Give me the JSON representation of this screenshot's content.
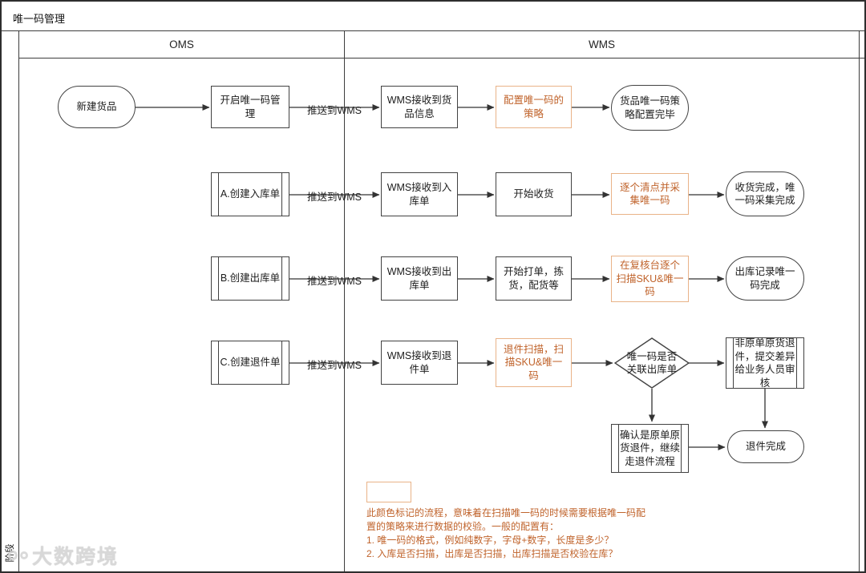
{
  "title": "唯一码管理",
  "lanes": {
    "phase": "阶段",
    "oms": "OMS",
    "wms": "WMS"
  },
  "colors": {
    "accent_border": "#E9B388",
    "accent_text": "#C0632B",
    "shape_border": "#424242"
  },
  "row1": {
    "start": "新建货品",
    "enable": "开启唯一码管理",
    "push": "推送到WMS",
    "receive": "WMS接收到货品信息",
    "configure": "配置唯一码的策略",
    "done": "货品唯一码策略配置完毕"
  },
  "row2": {
    "create": "A.创建入库单",
    "push": "推送到WMS",
    "receive": "WMS接收到入库单",
    "step": "开始收货",
    "collect": "逐个清点并采集唯一码",
    "done": "收货完成，唯一码采集完成"
  },
  "row3": {
    "create": "B.创建出库单",
    "push": "推送到WMS",
    "receive": "WMS接收到出库单",
    "step": "开始打单，拣货，配货等",
    "scan": "在复核台逐个扫描SKU&唯一码",
    "done": "出库记录唯一码完成"
  },
  "row4": {
    "create": "C.创建退件单",
    "push": "推送到WMS",
    "receive": "WMS接收到退件单",
    "scan": "退件扫描，扫描SKU&唯一码",
    "decision": "唯一码是否关联出库单",
    "mismatch": "非原单原货退件，提交差异给业务人员审核",
    "confirm": "确认是原单原货退件，继续走退件流程",
    "done": "退件完成"
  },
  "legend": {
    "note_line1": "此颜色标记的流程，意味着在扫描唯一码的时候需要根据唯一码配",
    "note_line2": "置的策略来进行数据的校验。一般的配置有：",
    "note_line3": "1. 唯一码的格式，例如纯数字，字母+数字，长度是多少？",
    "note_line4": "2. 入库是否扫描，出库是否扫描，出库扫描是否校验在库？"
  },
  "watermark": {
    "text": "大数跨境"
  }
}
